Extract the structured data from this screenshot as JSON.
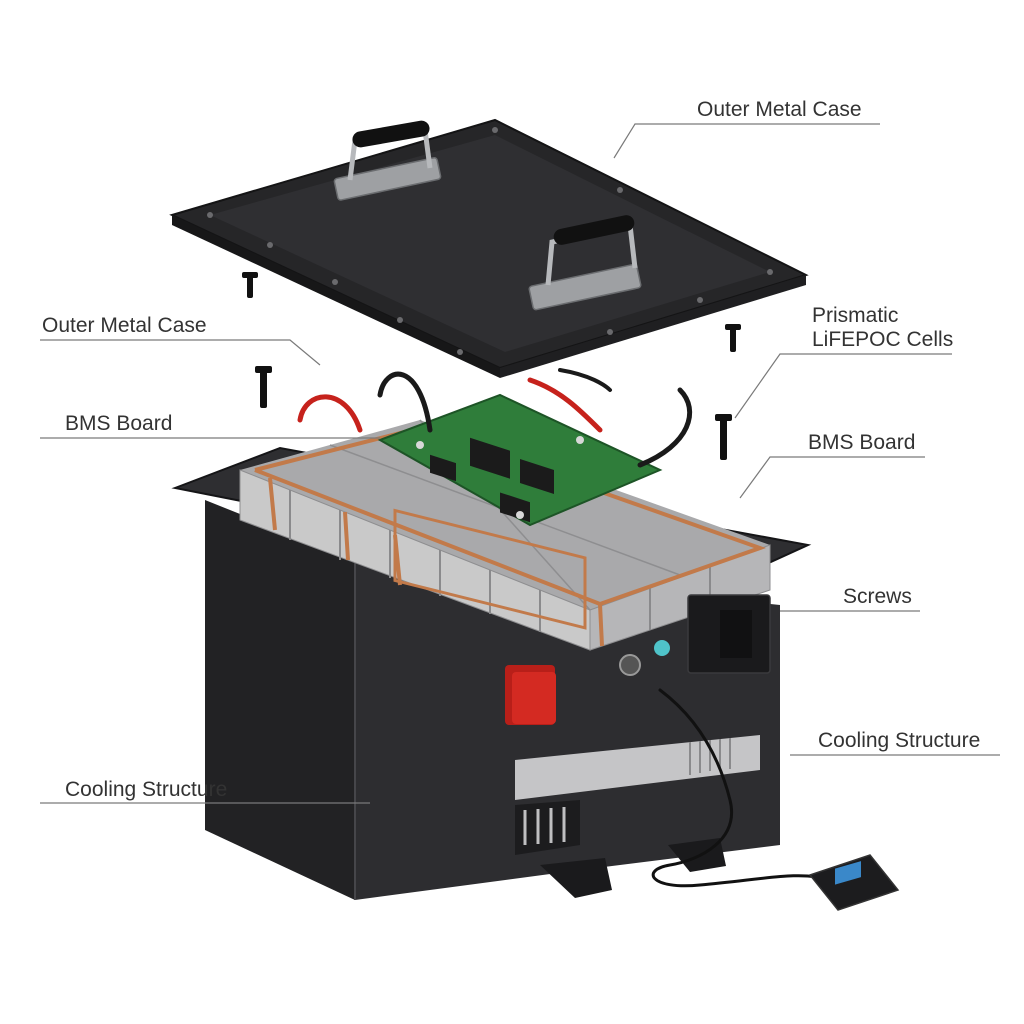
{
  "labels": [
    {
      "id": "outer-metal-case-top",
      "text": "Outer Metal Case"
    },
    {
      "id": "outer-metal-case-left",
      "text": "Outer Metal Case"
    },
    {
      "id": "prismatic-line-1",
      "text": "Prismatic"
    },
    {
      "id": "prismatic-line-2",
      "text": "LiFEPOC Cells"
    },
    {
      "id": "bms-board-left",
      "text": "BMS Board"
    },
    {
      "id": "bms-board-right",
      "text": "BMS Board"
    },
    {
      "id": "screws",
      "text": "Screws"
    },
    {
      "id": "cooling-structure-right",
      "text": "Cooling Structure"
    },
    {
      "id": "cooling-structure-left",
      "text": "Cooling Structure"
    }
  ],
  "colors": {
    "case": "#2b2b2d",
    "case_dark": "#1d1d1f",
    "case_light": "#3c3c3f",
    "cell": "#c9c9c9",
    "copper": "#c27a4a",
    "pcb": "#2f7d3a",
    "terminal_red": "#d42a22",
    "label_text": "#333333",
    "leader_line": "#7a7a7a"
  }
}
